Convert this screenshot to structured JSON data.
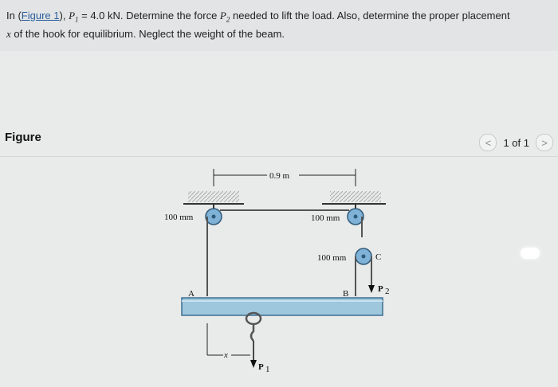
{
  "problem": {
    "prefix": "In (",
    "figure_link": "Figure 1",
    "after_link": "), ",
    "p1_symbol": "P",
    "p1_sub": "1",
    "p1_value": " = 4.0 kN",
    "mid_text": ". Determine the force ",
    "p2_symbol": "P",
    "p2_sub": "2",
    "tail_line1": " needed to lift the load. Also, determine the proper placement",
    "x_symbol": "x",
    "tail_line2": " of the hook for equilibrium. Neglect the weight of the beam."
  },
  "figure": {
    "title": "Figure",
    "pager": {
      "prev": "<",
      "count": "1 of 1",
      "next": ">"
    }
  },
  "diagram": {
    "span": "0.9 m",
    "left_radius": "100 mm",
    "right_radius": "100 mm",
    "lower_radius": "100 mm",
    "point_a": "A",
    "point_b": "B",
    "point_c": "C",
    "hook_dist": "x",
    "load": "P",
    "load_sub": "1",
    "pull": "P",
    "pull_sub": "2"
  },
  "colors": {
    "beam": "#9ec6dd",
    "pulley": "#7fb2d6",
    "ceiling_hatch": "#bdbdbd",
    "link": "#2b5f9e"
  }
}
